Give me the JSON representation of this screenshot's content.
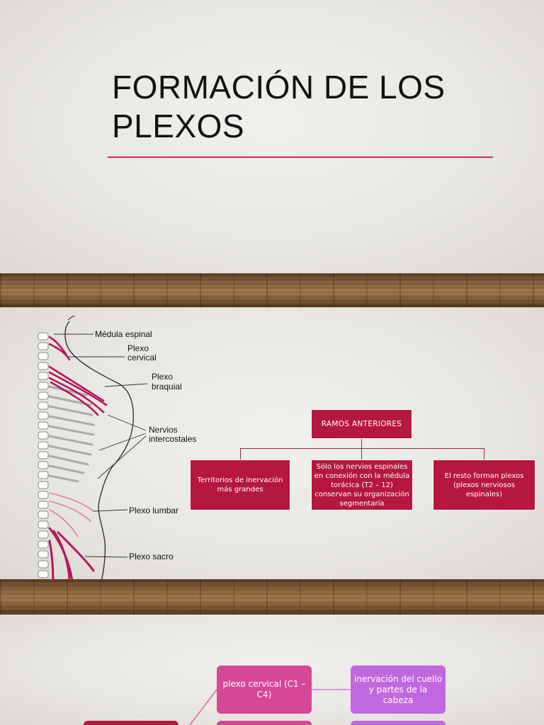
{
  "slide1": {
    "title": "FORMACIÓN DE LOS PLEXOS"
  },
  "slide2": {
    "anatomy_labels": {
      "medula": "Médula espinal",
      "cervical_1": "Plexo",
      "cervical_2": "cervical",
      "braquial_1": "Plexo",
      "braquial_2": "braquial",
      "intercostales_1": "Nervios",
      "intercostales_2": "intercostales",
      "lumbar": "Plexo lumbar",
      "sacro": "Plexo sacro"
    },
    "diagram": {
      "header": "RAMOS ANTERIORES",
      "left": "Territorios de inervación más grandes",
      "middle": "Sólo los nervios espinales en conexión con la médula torácica (T2 – 12) conservan su organización segmentaria",
      "right": "El resto forman plexos (plexos nerviosos espinales)"
    }
  },
  "slide3": {
    "cervical_box": "plexo cervical (C1 – C4)",
    "cervical_desc": "inervación del cuello y partes de la cabeza"
  },
  "colors": {
    "accent_red": "#b5173f",
    "title_rule": "#b8334d",
    "pink": "#d64895",
    "purple": "#c167df"
  }
}
